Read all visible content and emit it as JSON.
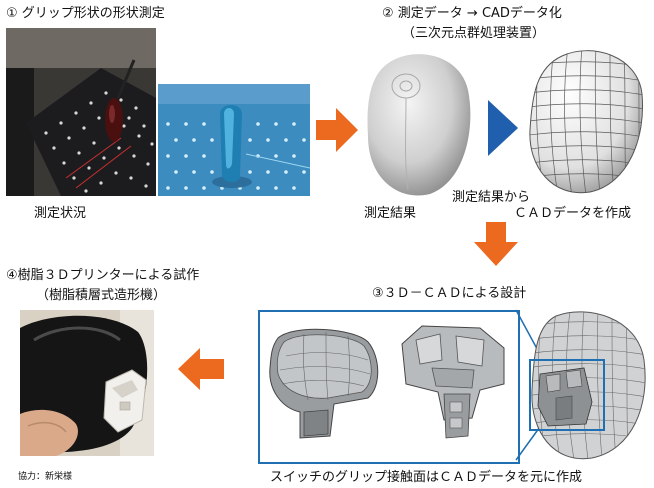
{
  "step1": {
    "title": "① グリップ形状の形状測定",
    "caption": "測定状況"
  },
  "step2": {
    "title_line1": "② 測定データ → CADデータ化",
    "title_line2": "（三次元点群処理装置）",
    "result_caption": "測定結果",
    "cad_caption_line1": "測定結果から",
    "cad_caption_line2": "ＣＡＤデータを作成"
  },
  "step3": {
    "title": "③３Ｄ－ＣＡＤによる設計",
    "caption": "スイッチのグリップ接触面はＣＡＤデータを元に作成"
  },
  "step4": {
    "title_line1": "④樹脂３Ｄプリンターによる試作",
    "title_line2": "（樹脂積層式造形機）",
    "credit": "協力：新栄様"
  },
  "colors": {
    "orange_arrow": "#ec6a1f",
    "blue_arrow": "#1f5fae",
    "frame_blue": "#1f6fb2"
  }
}
